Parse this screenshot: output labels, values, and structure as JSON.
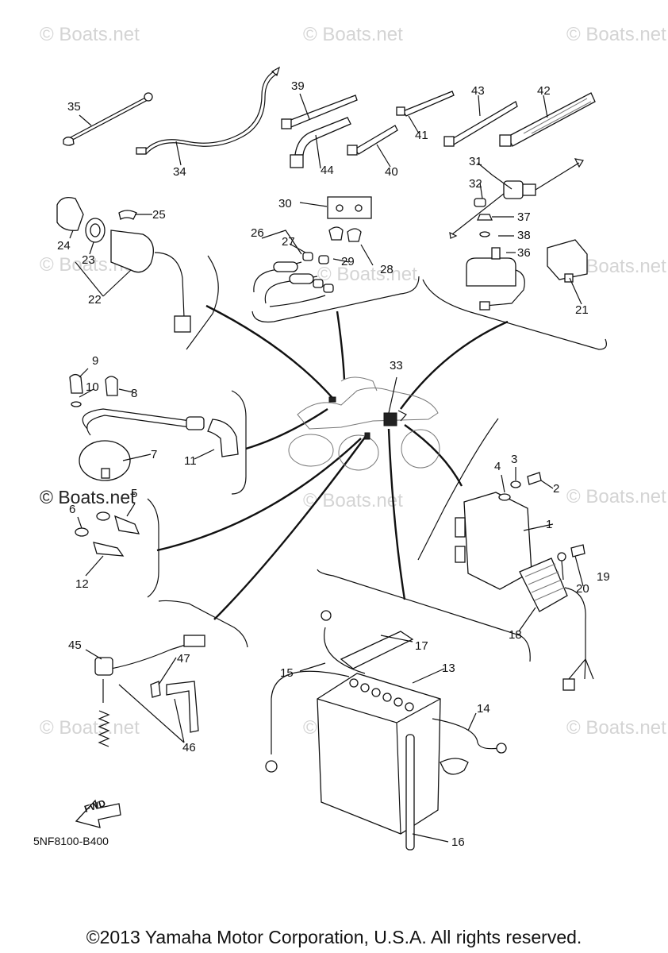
{
  "watermark": {
    "text": "© Boats.net",
    "strong_text": "© Boats.net"
  },
  "callouts": [
    "1",
    "2",
    "3",
    "4",
    "5",
    "6",
    "7",
    "8",
    "9",
    "10",
    "11",
    "12",
    "13",
    "14",
    "15",
    "16",
    "17",
    "18",
    "19",
    "20",
    "21",
    "22",
    "23",
    "24",
    "25",
    "26",
    "27",
    "28",
    "29",
    "30",
    "31",
    "32",
    "33",
    "34",
    "35",
    "36",
    "37",
    "38",
    "39",
    "40",
    "41",
    "42",
    "43",
    "44",
    "45",
    "46",
    "47"
  ],
  "fwd_label": "FWD",
  "diagram_code": "5NF8100-B400",
  "copyright": "©2013 Yamaha Motor Corporation, U.S.A. All rights reserved."
}
